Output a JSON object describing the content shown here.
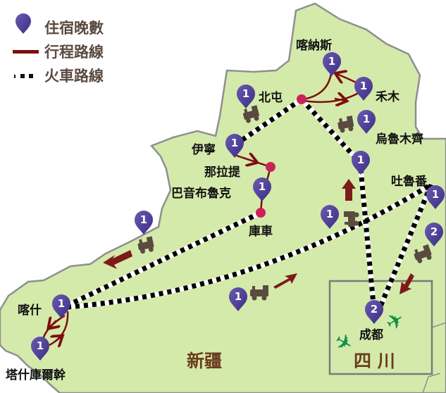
{
  "legend": {
    "pin_label": "住宿晚數",
    "route_label": "行程路線",
    "rail_label": "火車路線"
  },
  "colors": {
    "land": "#d4eaab",
    "border": "#8f8f8f",
    "pin": "#4a3a94",
    "route": "#7d0e0e",
    "stop_dot": "#c8245a",
    "train": "#5a4a40",
    "plane": "#0f8f45",
    "region_text": "#6b3d1e"
  },
  "places": {
    "kanas": "喀納斯",
    "hemu": "禾木",
    "beitun": "北屯",
    "urumqi": "烏魯木齊",
    "yining": "伊寧",
    "nalati": "那拉提",
    "bayanbulak": "巴音布魯克",
    "kuqa": "庫車",
    "turpan": "吐魯番",
    "kashgar": "喀什",
    "tashkurgan": "塔什庫爾幹",
    "chengdu": "成都"
  },
  "regions": {
    "xinjiang": "新疆",
    "sichuan": "四 川"
  },
  "pins": [
    {
      "place": "kanas",
      "nights": "1"
    },
    {
      "place": "hemu",
      "nights": "1"
    },
    {
      "place": "beitun",
      "nights": "1"
    },
    {
      "place": "urumqi",
      "nights": "1"
    },
    {
      "place": "urumqi-train",
      "nights": "1"
    },
    {
      "place": "yining",
      "nights": "1"
    },
    {
      "place": "bayanbulak",
      "nights": "1"
    },
    {
      "place": "west-train",
      "nights": "1"
    },
    {
      "place": "central-train",
      "nights": "1"
    },
    {
      "place": "turpan",
      "nights": "1"
    },
    {
      "place": "turpan-train",
      "nights": "2"
    },
    {
      "place": "south-train",
      "nights": "1"
    },
    {
      "place": "kashgar",
      "nights": "1"
    },
    {
      "place": "tashkurgan",
      "nights": "1"
    },
    {
      "place": "chengdu",
      "nights": "2"
    }
  ]
}
